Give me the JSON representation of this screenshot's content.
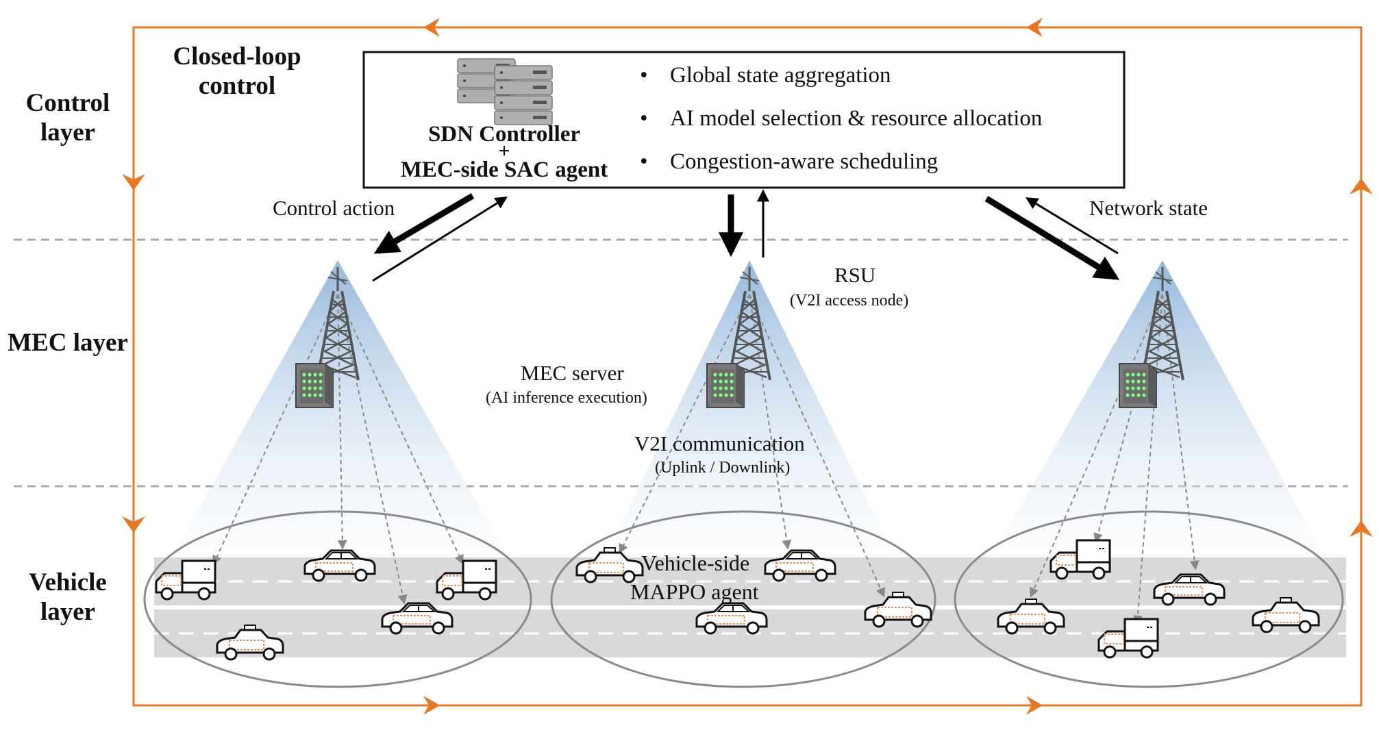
{
  "colors": {
    "loop": "#E87722",
    "arrow": "#000000",
    "beam": "#8fb4d9",
    "road": "#d9d9d9",
    "ellipse": "#8a8a8a",
    "vehicle_mark": "#e8935a"
  },
  "labels": {
    "control_layer": "Control layer",
    "mec_layer": "MEC layer",
    "vehicle_layer": "Vehicle layer",
    "closed_loop": "Closed-loop control",
    "sdn_line1": "SDN Controller",
    "sdn_plus": "+",
    "sdn_line2": "MEC-side SAC agent",
    "bullets": [
      "Global state aggregation",
      "AI model selection & resource allocation",
      "Congestion-aware scheduling"
    ],
    "control_action": "Control action",
    "network_state": "Network state",
    "rsu": "RSU",
    "rsu_sub": "(V2I access node)",
    "mec_server": "MEC server",
    "mec_server_sub": "(AI inference execution)",
    "v2i": "V2I communication",
    "v2i_sub": "(Uplink / Downlink)",
    "vehicle_agent_1": "Vehicle-side",
    "vehicle_agent_2": "MAPPO agent"
  },
  "icons": [
    "server-rack-icon",
    "rsu-tower-icon",
    "mec-server-icon",
    "car-icon",
    "truck-icon",
    "taxi-icon"
  ]
}
